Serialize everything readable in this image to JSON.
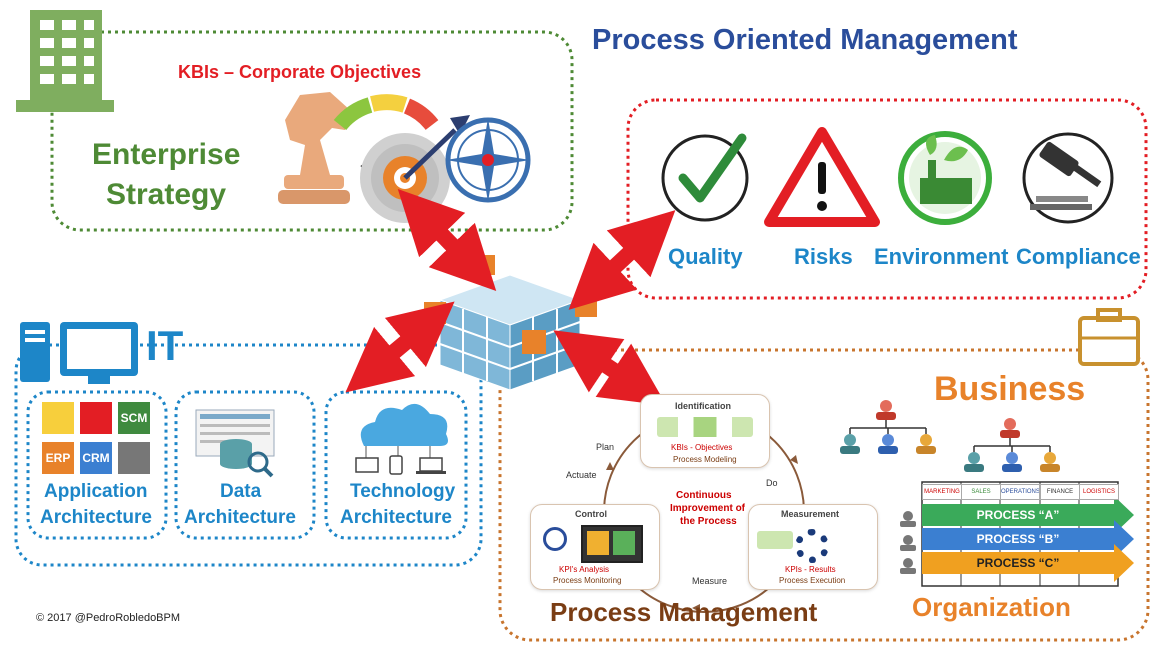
{
  "title": "Process Oriented Management",
  "enterprise": {
    "kbi_label": "KBIs – Corporate Objectives",
    "title_line1": "Enterprise",
    "title_line2": "Strategy"
  },
  "governance": {
    "items": [
      {
        "label": "Quality",
        "icon": "checkmark-icon"
      },
      {
        "label": "Risks",
        "icon": "warning-icon"
      },
      {
        "label": "Environment",
        "icon": "factory-leaf-icon"
      },
      {
        "label": "Compliance",
        "icon": "gavel-icon"
      }
    ]
  },
  "it": {
    "title": "IT",
    "app_tiles": [
      "SCM",
      "ERP",
      "CRM"
    ],
    "cards": [
      {
        "line1": "Application",
        "line2": "Architecture"
      },
      {
        "line1": "Data",
        "line2": "Architecture"
      },
      {
        "line1": "Technology",
        "line2": "Architecture"
      }
    ]
  },
  "business": {
    "title": "Business",
    "organization": "Organization",
    "departments": [
      "MARKETING",
      "SALES",
      "OPERATIONS",
      "FINANCE",
      "LOGISTICS"
    ],
    "processes": [
      "PROCESS “A”",
      "PROCESS “B”",
      "PROCESS “C”"
    ]
  },
  "process_management": {
    "title": "Process Management",
    "center_line1": "Continuous",
    "center_line2": "Improvement of",
    "center_line3": "the Process",
    "identification": {
      "title": "Identification",
      "sub": "KBIs - Objectives",
      "caption": "Process Modeling"
    },
    "measurement": {
      "title": "Measurement",
      "sub": "KPIs - Results",
      "caption": "Process Execution"
    },
    "control": {
      "title": "Control",
      "sub": "KPI's Analysis",
      "caption": "Process Monitoring"
    },
    "cycle_labels": {
      "plan": "Plan",
      "do": "Do",
      "measure": "Measure",
      "actuate": "Actuate"
    }
  },
  "copyright": "© 2017 @PedroRobledoBPM",
  "colors": {
    "title_blue": "#2a4d9b",
    "green": "#4e8a35",
    "red": "#e31e24",
    "it_blue": "#1d86c8",
    "orange": "#e8822a",
    "brown": "#7a3d14"
  }
}
